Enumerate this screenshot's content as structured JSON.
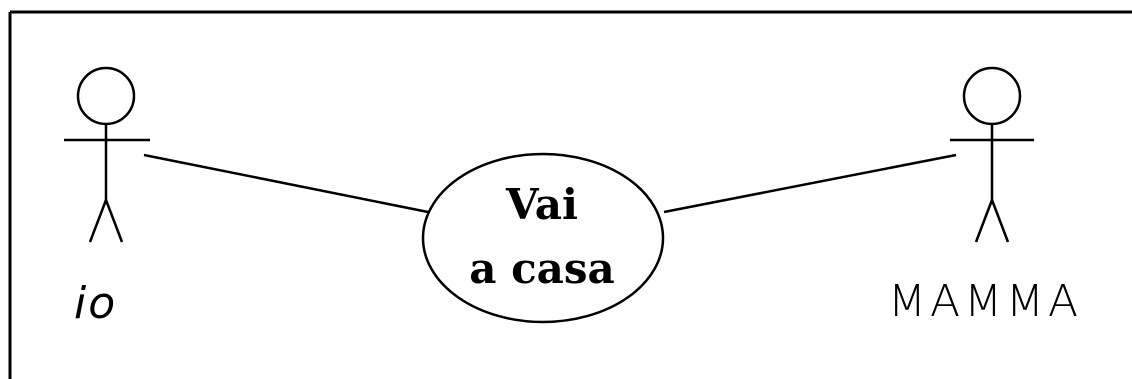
{
  "diagram": {
    "use_case": {
      "line1": "Vai",
      "line2": "a casa"
    },
    "actors": [
      {
        "id": "io",
        "label": "io"
      },
      {
        "id": "mamma",
        "label": "MAMMA"
      }
    ]
  }
}
